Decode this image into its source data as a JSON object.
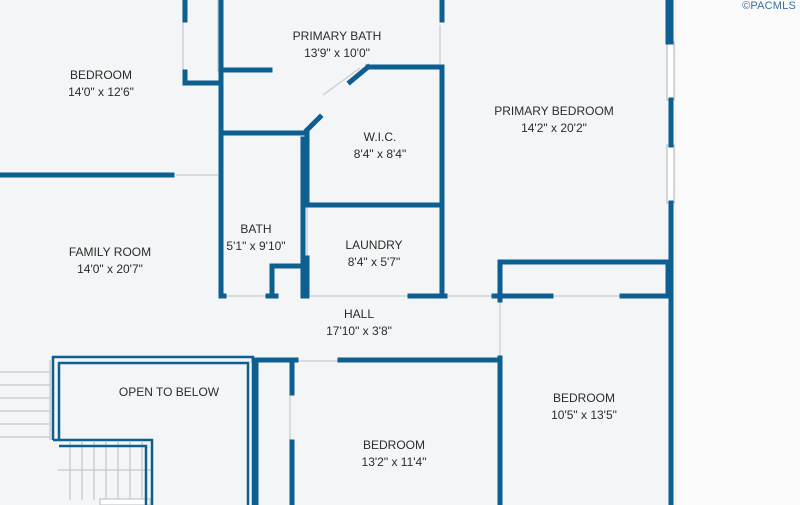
{
  "watermark": "©PACMLS",
  "colors": {
    "wall": "#0d5f91",
    "floor": "#f4f5f6",
    "outside": "#fafafa",
    "stair": "#c9ccce"
  },
  "rooms": {
    "bedroom_nw": {
      "name": "BEDROOM",
      "dims": "14'0\" x 12'6\""
    },
    "primary_bath": {
      "name": "PRIMARY BATH",
      "dims": "13'9\" x 10'0\""
    },
    "wic": {
      "name": "W.I.C.",
      "dims": "8'4\" x 8'4\""
    },
    "primary_bedroom": {
      "name": "PRIMARY BEDROOM",
      "dims": "14'2\" x 20'2\""
    },
    "family_room": {
      "name": "FAMILY ROOM",
      "dims": "14'0\" x 20'7\""
    },
    "bath": {
      "name": "BATH",
      "dims": "5'1\" x 9'10\""
    },
    "laundry": {
      "name": "LAUNDRY",
      "dims": "8'4\" x 5'7\""
    },
    "hall": {
      "name": "HALL",
      "dims": "17'10\" x 3'8\""
    },
    "open_to_below": {
      "name": "OPEN TO BELOW",
      "dims": ""
    },
    "bedroom_s": {
      "name": "BEDROOM",
      "dims": "13'2\" x 11'4\""
    },
    "bedroom_se": {
      "name": "BEDROOM",
      "dims": "10'5\" x 13'5\""
    }
  }
}
